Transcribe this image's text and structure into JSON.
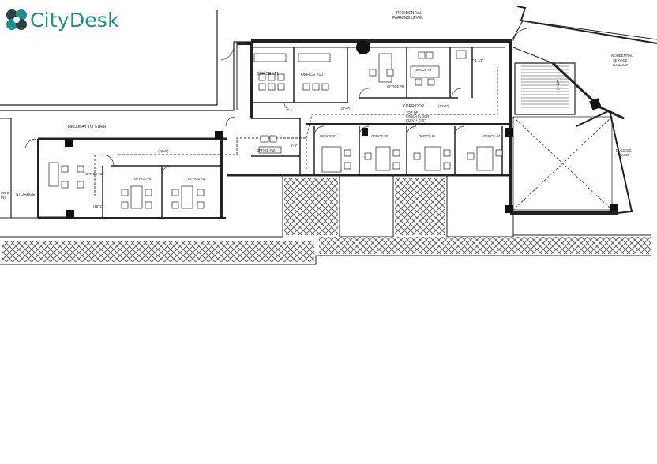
{
  "logo": {
    "brand_city": "City",
    "brand_desk": "Desk",
    "accent": "#1b8f8a",
    "dark": "#2f3f47"
  },
  "plan_labels": {
    "residential_parking": [
      "RESIDENTIAL",
      "PARKING LEVEL"
    ],
    "residential_service": [
      "RESIDENTIAL",
      "SERVICE",
      "HALLWAY"
    ],
    "hallway_to_stair": "HALLWAY TO STAIR",
    "storage": "STORAGE",
    "stairs_left": [
      "ORIC",
      "IRS"
    ],
    "building_stairs": [
      "BUILDING",
      "STAIRS"
    ],
    "corridor": "CORRIDOR",
    "top_of_finish_floor": [
      "TOP OF",
      "FINISH FLOOR",
      "ELEV. + 0'-0\""
    ],
    "offices": {
      "o1": "OFFICE #1",
      "o2": "OFFICE #2",
      "o3": "OFFICE #3",
      "o4": "OFFICE #4",
      "o5": "OFFICE #5",
      "o6": "OFFICE #6",
      "o7": "OFFICE #7",
      "o8": "OFFICE #8",
      "o9": "OFFICE #9",
      "o10": "OFFICE #10",
      "o11": "OFFICE #11",
      "o12": "OFFICE #12",
      "o13": "OFFICE #13"
    },
    "dimensions": {
      "d_40_9": "(40'-9\")",
      "d_33_3": "(33'-3\")",
      "d_28_9": "(28'-9\")",
      "d_18_1": "(18'-1\")",
      "d_7_10": "7'-1 1/2\"",
      "d_5_8": "5'-8\"",
      "d_stair": "(6'-23\")"
    }
  }
}
